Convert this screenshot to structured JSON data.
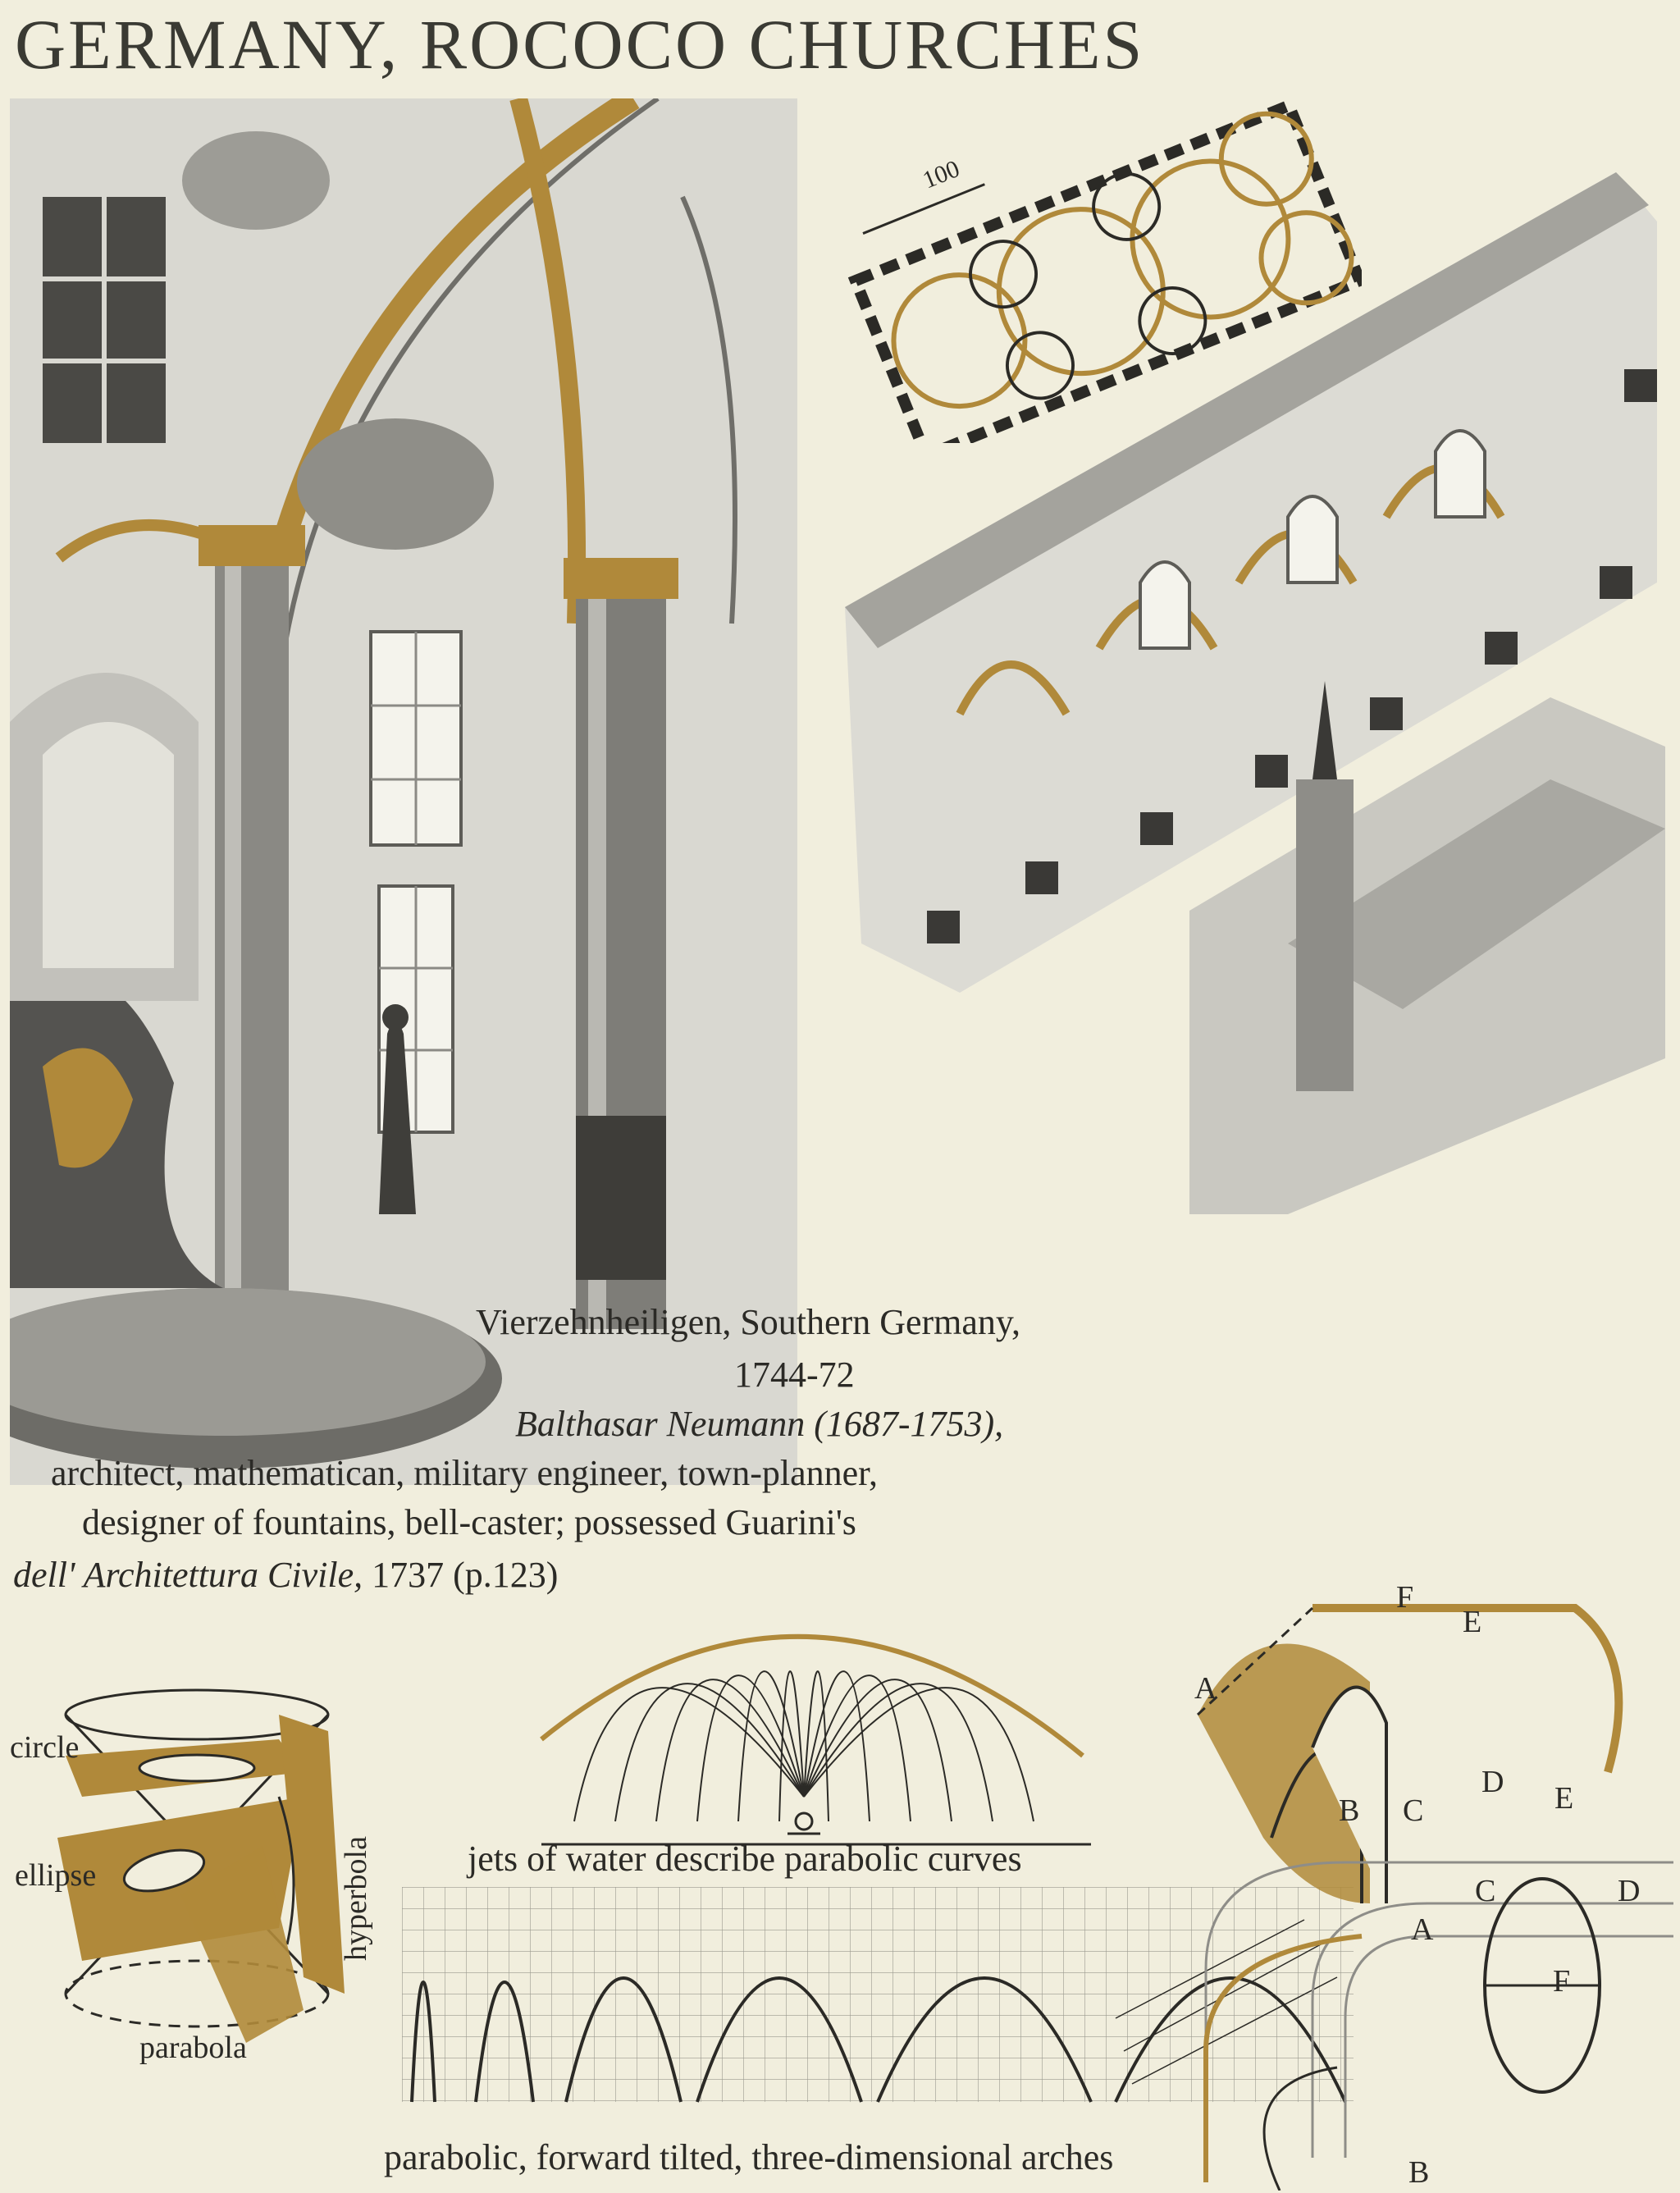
{
  "title": "GERMANY, ROCOCO CHURCHES",
  "plan": {
    "scale_label": "100"
  },
  "caption": {
    "line1": "Vierzehnheiligen, Southern Germany,",
    "line2": "1744-72",
    "line3": "Balthasar Neumann (1687-1753),",
    "line4": "architect, mathematican, military engineer, town-planner,",
    "line5": "designer of fountains, bell-caster; possessed Guarini's",
    "line6_italic": "dell' Architettura Civile,",
    "line6_rest": " 1737 (p.123)"
  },
  "conics": {
    "circle": "circle",
    "ellipse": "ellipse",
    "hyperbola": "hyperbola",
    "parabola": "parabola"
  },
  "fountain_caption": "jets of water describe parabolic curves",
  "arches_caption": "parabolic, forward tilted, three-dimensional arches",
  "geometry_labels": {
    "A": "A",
    "B": "B",
    "C": "C",
    "D": "D",
    "E": "E",
    "F": "F"
  },
  "colors": {
    "background": "#f1eedd",
    "ink": "#2b2a26",
    "ochre": "#b0893a",
    "grey": "#a9a8a2"
  }
}
